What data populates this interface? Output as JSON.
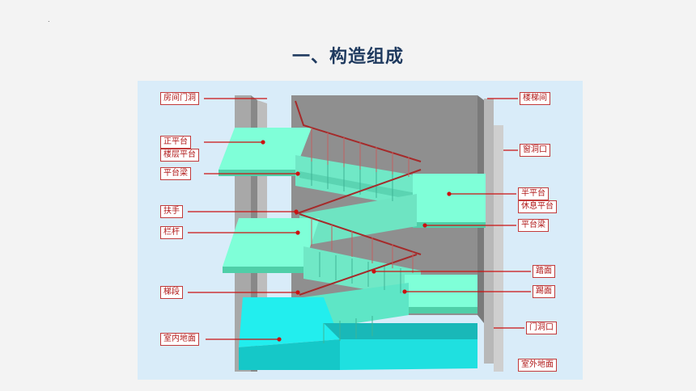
{
  "slide": {
    "dot": ".",
    "title": "一、构造组成"
  },
  "labels": {
    "room_door": "房间门洞",
    "landing_main": "正平台",
    "floor_landing": "楼层平台",
    "landing_beam_left": "平台梁",
    "handrail": "扶手",
    "balustrade": "栏杆",
    "flight": "梯段",
    "indoor_floor": "室内地面",
    "stairwell": "楼梯间",
    "window_opening": "窗洞口",
    "half_landing": "半平台",
    "rest_landing": "休息平台",
    "landing_beam_right": "平台梁",
    "tread": "踏面",
    "riser": "踢面",
    "door_opening": "门洞口",
    "outdoor_ground": "室外地面"
  },
  "colors": {
    "label_border": "#c23a3a",
    "label_text": "#b01818",
    "leader": "#cc1111",
    "stair_cyan": "#7fffd8",
    "ground_cyan": "#22eeee",
    "wall_gray": "#9a9a9a",
    "rail_red": "#a52a2a"
  }
}
